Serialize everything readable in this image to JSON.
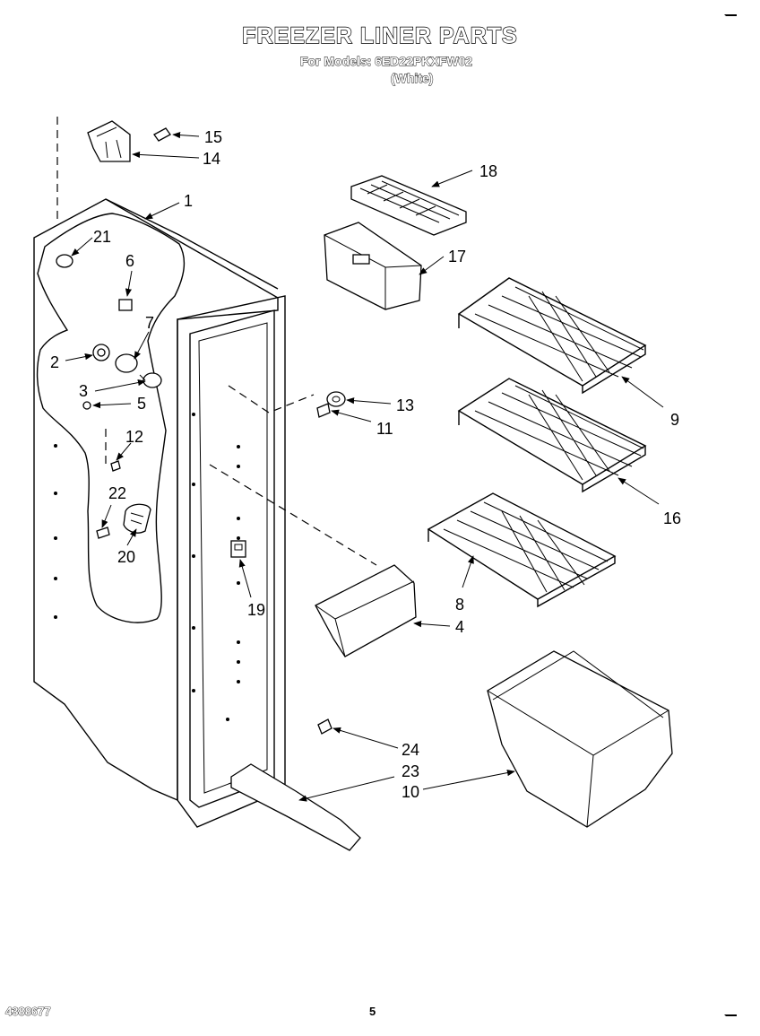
{
  "header": {
    "title": "FREEZER LINER PARTS",
    "subtitle": "For Models: 6ED22PKXFW02",
    "variant": "(White)"
  },
  "footer": {
    "document_number": "4388677",
    "page_number": "5"
  },
  "callouts": {
    "c1": "1",
    "c2": "2",
    "c3": "3",
    "c4": "4",
    "c5": "5",
    "c6": "6",
    "c7": "7",
    "c8": "8",
    "c9": "9",
    "c10": "10",
    "c11": "11",
    "c12": "12",
    "c13": "13",
    "c14": "14",
    "c15": "15",
    "c16": "16",
    "c17": "17",
    "c18": "18",
    "c19": "19",
    "c20": "20",
    "c21": "21",
    "c22": "22",
    "c23": "23",
    "c24": "24"
  }
}
